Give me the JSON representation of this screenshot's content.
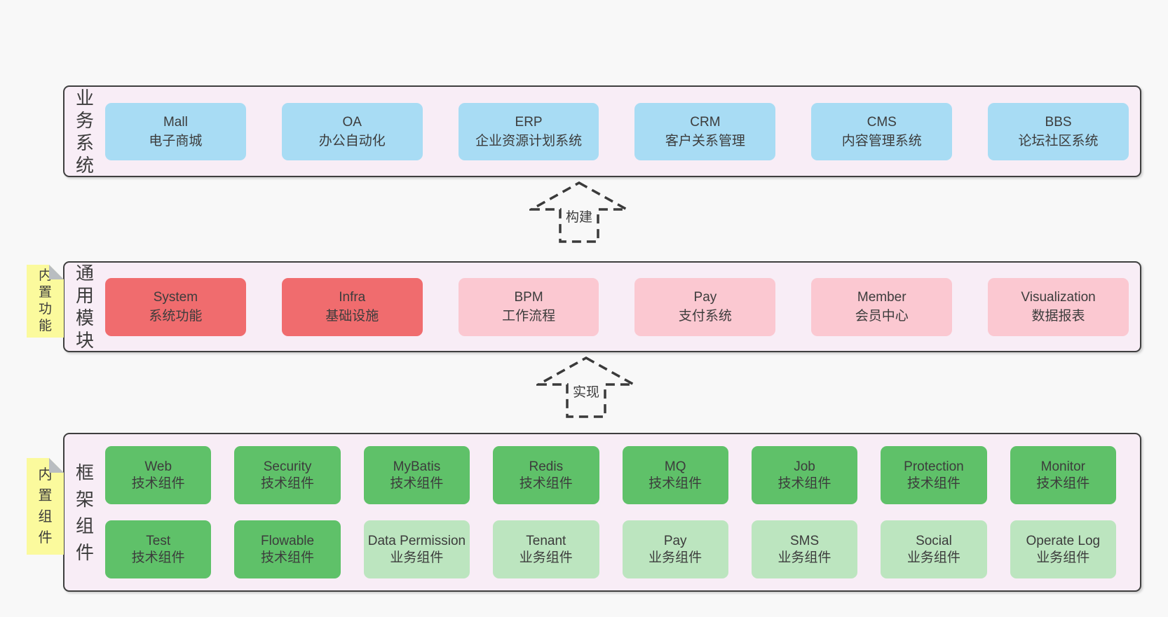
{
  "colors": {
    "page_bg": "#f8f8f8",
    "band_bg": "#f8edf6",
    "blue": "#a8dcf4",
    "red": "#f06c6e",
    "pink": "#fbc8d1",
    "green_dark": "#5fc169",
    "green_light": "#bce5bf",
    "sticky_yellow": "#fbfa9d",
    "fold_gray": "#b9bdc1",
    "border_dark": "#3f3f3f",
    "text_dark": "#3c3c3c"
  },
  "arrows": [
    {
      "label": "构建"
    },
    {
      "label": "实现"
    }
  ],
  "bands": [
    {
      "label": "业务系统",
      "boxes": [
        {
          "name": "Mall",
          "desc": "电子商城"
        },
        {
          "name": "OA",
          "desc": "办公自动化"
        },
        {
          "name": "ERP",
          "desc": "企业资源计划系统"
        },
        {
          "name": "CRM",
          "desc": "客户关系管理"
        },
        {
          "name": "CMS",
          "desc": "内容管理系统"
        },
        {
          "name": "BBS",
          "desc": "论坛社区系统"
        }
      ]
    },
    {
      "label": "通用模块",
      "sticky": "内置功能",
      "boxes": [
        {
          "name": "System",
          "desc": "系统功能"
        },
        {
          "name": "Infra",
          "desc": "基础设施"
        },
        {
          "name": "BPM",
          "desc": "工作流程"
        },
        {
          "name": "Pay",
          "desc": "支付系统"
        },
        {
          "name": "Member",
          "desc": "会员中心"
        },
        {
          "name": "Visualization",
          "desc": "数据报表"
        }
      ]
    },
    {
      "label": "框架组件",
      "sticky": "内置组件",
      "rows": [
        [
          {
            "name": "Web",
            "desc": "技术组件"
          },
          {
            "name": "Security",
            "desc": "技术组件"
          },
          {
            "name": "MyBatis",
            "desc": "技术组件"
          },
          {
            "name": "Redis",
            "desc": "技术组件"
          },
          {
            "name": "MQ",
            "desc": "技术组件"
          },
          {
            "name": "Job",
            "desc": "技术组件"
          },
          {
            "name": "Protection",
            "desc": "技术组件"
          },
          {
            "name": "Monitor",
            "desc": "技术组件"
          }
        ],
        [
          {
            "name": "Test",
            "desc": "技术组件"
          },
          {
            "name": "Flowable",
            "desc": "技术组件"
          },
          {
            "name": "Data Permission",
            "desc": "业务组件"
          },
          {
            "name": "Tenant",
            "desc": "业务组件"
          },
          {
            "name": "Pay",
            "desc": "业务组件"
          },
          {
            "name": "SMS",
            "desc": "业务组件"
          },
          {
            "name": "Social",
            "desc": "业务组件"
          },
          {
            "name": "Operate Log",
            "desc": "业务组件"
          }
        ]
      ]
    }
  ]
}
